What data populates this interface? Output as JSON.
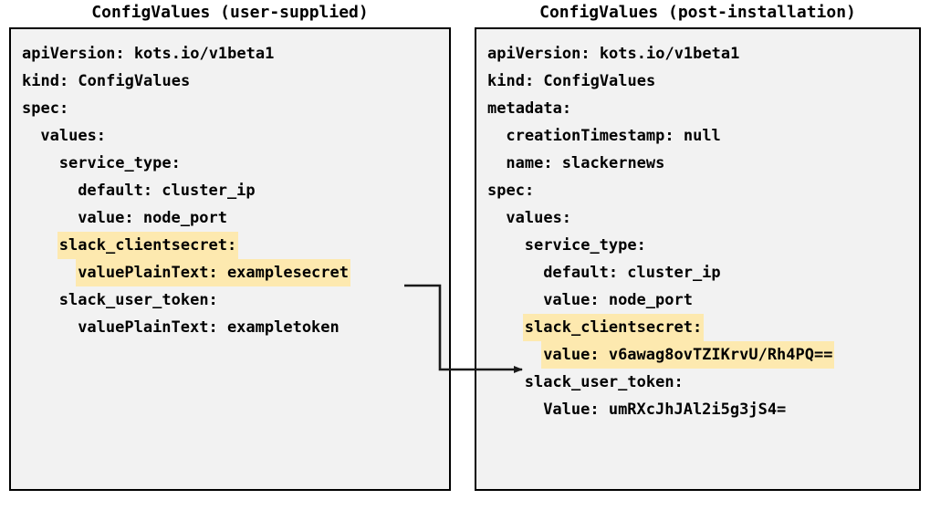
{
  "panels": [
    {
      "title": "ConfigValues (user-supplied)",
      "lines": [
        {
          "text": "apiVersion: kots.io/v1beta1",
          "indent": 0,
          "highlight": false
        },
        {
          "text": "kind: ConfigValues",
          "indent": 0,
          "highlight": false
        },
        {
          "text": "spec:",
          "indent": 0,
          "highlight": false
        },
        {
          "text": "values:",
          "indent": 1,
          "highlight": false
        },
        {
          "text": "service_type:",
          "indent": 2,
          "highlight": false
        },
        {
          "text": "default: cluster_ip",
          "indent": 3,
          "highlight": false
        },
        {
          "text": "value: node_port",
          "indent": 3,
          "highlight": false
        },
        {
          "text": "slack_clientsecret:",
          "indent": 2,
          "highlight": true
        },
        {
          "text": "valuePlainText: examplesecret",
          "indent": 3,
          "highlight": true
        },
        {
          "text": "slack_user_token:",
          "indent": 2,
          "highlight": false
        },
        {
          "text": "valuePlainText: exampletoken",
          "indent": 3,
          "highlight": false
        }
      ]
    },
    {
      "title": "ConfigValues (post-installation)",
      "lines": [
        {
          "text": "apiVersion: kots.io/v1beta1",
          "indent": 0,
          "highlight": false
        },
        {
          "text": "kind: ConfigValues",
          "indent": 0,
          "highlight": false
        },
        {
          "text": "metadata:",
          "indent": 0,
          "highlight": false
        },
        {
          "text": "creationTimestamp: null",
          "indent": 1,
          "highlight": false
        },
        {
          "text": "name: slackernews",
          "indent": 1,
          "highlight": false
        },
        {
          "text": "spec:",
          "indent": 0,
          "highlight": false
        },
        {
          "text": "values:",
          "indent": 1,
          "highlight": false
        },
        {
          "text": "service_type:",
          "indent": 2,
          "highlight": false
        },
        {
          "text": "default: cluster_ip",
          "indent": 3,
          "highlight": false
        },
        {
          "text": "value: node_port",
          "indent": 3,
          "highlight": false
        },
        {
          "text": "slack_clientsecret:",
          "indent": 2,
          "highlight": true
        },
        {
          "text": "value: v6awag8ovTZIKrvU/Rh4PQ==",
          "indent": 3,
          "highlight": true
        },
        {
          "text": "slack_user_token:",
          "indent": 2,
          "highlight": false
        },
        {
          "text": "Value: umRXcJhJAl2i5g3jS4=",
          "indent": 3,
          "highlight": false
        }
      ]
    }
  ],
  "connector": {
    "label": "encryption-arrow",
    "color": "#1a1a1a"
  },
  "colors": {
    "highlight": "#fde9af",
    "panel_background": "#f2f2f2",
    "border": "#000000",
    "text": "#000000"
  }
}
